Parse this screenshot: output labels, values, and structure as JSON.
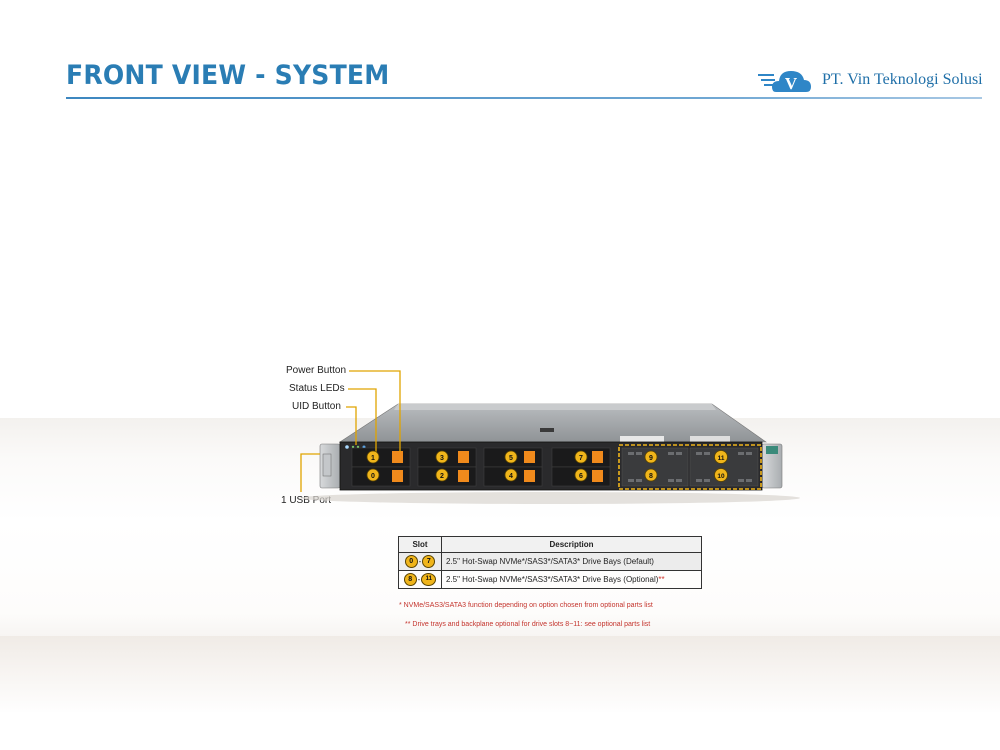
{
  "header": {
    "title": "FRONT VIEW - SYSTEM",
    "company": "PT. Vin Teknologi Solusi",
    "logo_letter": "V"
  },
  "callouts": {
    "power_button": "Power Button",
    "status_leds": "Status LEDs",
    "uid_button": "UID Button",
    "usb_port": "1 USB Port"
  },
  "bays": {
    "top_row": [
      "1",
      "3",
      "5",
      "7",
      "9",
      "11"
    ],
    "bottom_row": [
      "0",
      "2",
      "4",
      "6",
      "8",
      "10"
    ]
  },
  "table": {
    "header_slot": "Slot",
    "header_description": "Description",
    "rows": [
      {
        "from": "0",
        "sep": "-",
        "to": "7",
        "description": "2.5\" Hot-Swap  NVMe*/SAS3*/SATA3*  Drive  Bays (Default)",
        "mark": ""
      },
      {
        "from": "8",
        "sep": "-",
        "to": "11",
        "description": "2.5\" Hot-Swap  NVMe*/SAS3*/SATA3*  Drive  Bays (Optional)",
        "mark": "**"
      }
    ]
  },
  "notes": {
    "note1": "* NVMe/SAS3/SATA3 function depending on option chosen from optional parts list",
    "note2": "** Drive  trays  and backplane  optional for drive  slots 8~11: see optional parts list"
  },
  "colors": {
    "title": "#2a7db4",
    "badge": "#f0b51b",
    "callout_line": "#e0a400",
    "note": "#c4342d"
  }
}
